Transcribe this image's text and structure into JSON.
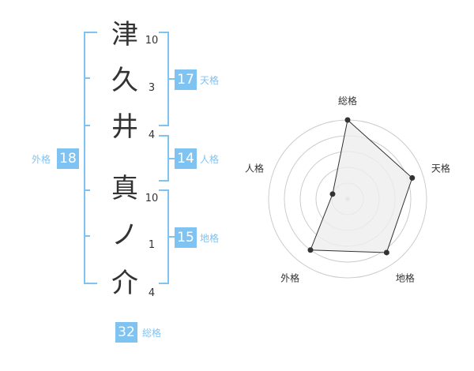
{
  "name": {
    "chars": [
      {
        "char": "津",
        "strokes": "10"
      },
      {
        "char": "久",
        "strokes": "3"
      },
      {
        "char": "井",
        "strokes": "4"
      },
      {
        "char": "真",
        "strokes": "10"
      },
      {
        "char": "ノ",
        "strokes": "1"
      },
      {
        "char": "介",
        "strokes": "4"
      }
    ]
  },
  "kaku": {
    "tenkaku": {
      "value": "17",
      "label": "天格"
    },
    "jinkaku": {
      "value": "14",
      "label": "人格"
    },
    "chikaku": {
      "value": "15",
      "label": "地格"
    },
    "gaikaku": {
      "value": "18",
      "label": "外格"
    },
    "soukaku": {
      "value": "32",
      "label": "総格"
    }
  },
  "colors": {
    "accent": "#7fc3f2",
    "bracket": "#7fc3f2",
    "text": "#333333",
    "radar_fill": "#eeeeee",
    "radar_line": "#333333",
    "ring": "#cccccc"
  },
  "chart_data": {
    "type": "radar",
    "axes": [
      "総格",
      "天格",
      "地格",
      "外格",
      "人格"
    ],
    "values": [
      5,
      4.3,
      4.2,
      4,
      1
    ],
    "max": 5,
    "rings": 5
  }
}
